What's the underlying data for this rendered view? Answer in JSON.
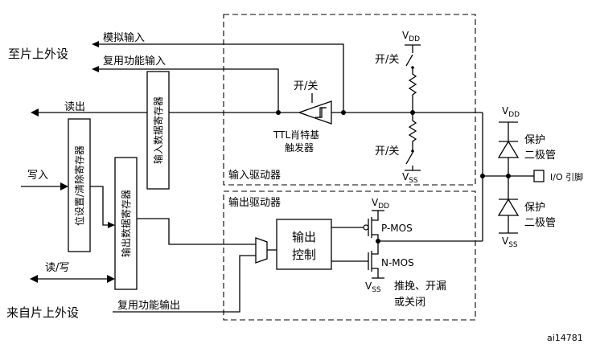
{
  "labels": {
    "on_chip_to": "至片上外设",
    "analog_input": "模拟输入",
    "alt_func_input": "复用功能输入",
    "read_out": "读出",
    "input_data_register": "输入数据寄存器",
    "bit_set_reset_register": "位设置/清除寄存器",
    "write_in": "写入",
    "output_data_register": "输出数据寄存器",
    "read_write": "读/写",
    "from_on_chip": "来自片上外设",
    "alt_func_output": "复用功能输出",
    "switch_schmitt": "开/关",
    "ttl_schmitt_1": "TTL肖特基",
    "ttl_schmitt_2": "触发器",
    "vdd_top": "V",
    "vdd_top_sub": "DD",
    "switch_pullup": "开/关",
    "switch_pulldown": "开/关",
    "vss_pulldown": "V",
    "vss_pulldown_sub": "SS",
    "input_driver": "输入驱动器",
    "output_driver": "输出驱动器",
    "output_control_1": "输出",
    "output_control_2": "控制",
    "vdd_pmos": "V",
    "vdd_pmos_sub": "DD",
    "pmos": "P-MOS",
    "nmos": "N-MOS",
    "vss_nmos": "V",
    "vss_nmos_sub": "SS",
    "push_pull_1": "推挽、开漏",
    "push_pull_2": "或关闭",
    "vdd_diode": "V",
    "vdd_diode_sub": "DD",
    "protect_diode_top_1": "保护",
    "protect_diode_top_2": "二极管",
    "protect_diode_bottom_1": "保护",
    "protect_diode_bottom_2": "二极管",
    "vss_diode": "V",
    "vss_diode_sub": "SS",
    "io_pin": "I/O 引脚",
    "figure_id": "ai14781"
  }
}
